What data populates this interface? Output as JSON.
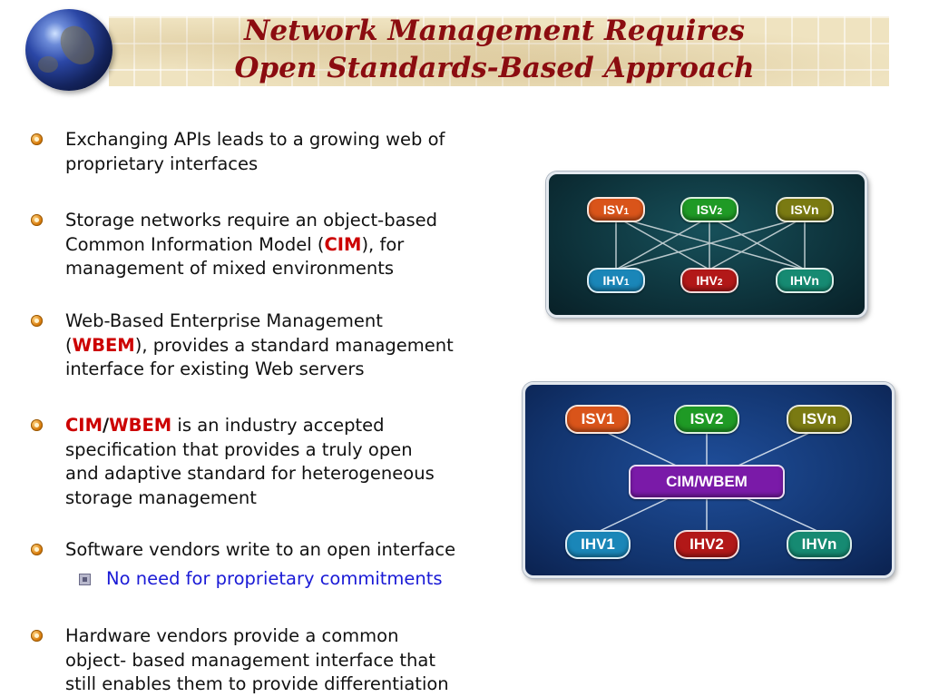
{
  "title": {
    "line1": "Network Management Requires",
    "line2": "Open Standards-Based Approach"
  },
  "bullets": [
    {
      "lines": [
        "Exchanging APIs leads to a growing web of",
        "proprietary interfaces"
      ]
    },
    {
      "lines": [
        "Storage networks require an object-based",
        "Common Information Model ("
      ],
      "hl": "CIM",
      "after": "), for",
      "line3": "management of mixed environments"
    },
    {
      "line1": "Web-Based Enterprise Management",
      "before": "(",
      "hl": "WBEM",
      "after": "), provides a standard management",
      "line3": "interface for existing Web servers"
    },
    {
      "hl1": "CIM",
      "slash": "/",
      "hl2": "WBEM",
      "after": " is an industry accepted",
      "lines": [
        "specification that provides a truly open",
        "and adaptive standard for heterogeneous",
        "storage management"
      ]
    },
    {
      "lines": [
        "Software vendors write to an open interface"
      ],
      "sub": "No need for proprietary commitments"
    },
    {
      "lines": [
        "Hardware vendors provide a common",
        "object- based management interface that",
        "still enables them to provide differentiation"
      ]
    }
  ],
  "diagram_top": {
    "isv": [
      {
        "base": "ISV",
        "num": "1",
        "color": "#d9541a"
      },
      {
        "base": "ISV",
        "num": "2",
        "color": "#1f9a25"
      },
      {
        "base": "ISVn",
        "num": "",
        "color": "#7a7a12"
      }
    ],
    "ihv": [
      {
        "base": "IHV",
        "num": "1",
        "color": "#1a86b8"
      },
      {
        "base": "IHV",
        "num": "2",
        "color": "#b21818"
      },
      {
        "base": "IHVn",
        "num": "",
        "color": "#168a72"
      }
    ]
  },
  "diagram_bottom": {
    "hub": {
      "label": "CIM/WBEM",
      "color": "#7a1aa8"
    },
    "isv": [
      {
        "label": "ISV1",
        "color": "#d9541a"
      },
      {
        "label": "ISV2",
        "color": "#1f9a25"
      },
      {
        "label": "ISVn",
        "color": "#7a7a12"
      }
    ],
    "ihv": [
      {
        "label": "IHV1",
        "color": "#1a86b8"
      },
      {
        "label": "IHV2",
        "color": "#b21818"
      },
      {
        "label": "IHVn",
        "color": "#168a72"
      }
    ]
  },
  "icons": {
    "bullet": "orange-circle-bullet-icon",
    "sub_bullet": "square-sub-bullet-icon",
    "globe": "globe-icon"
  }
}
